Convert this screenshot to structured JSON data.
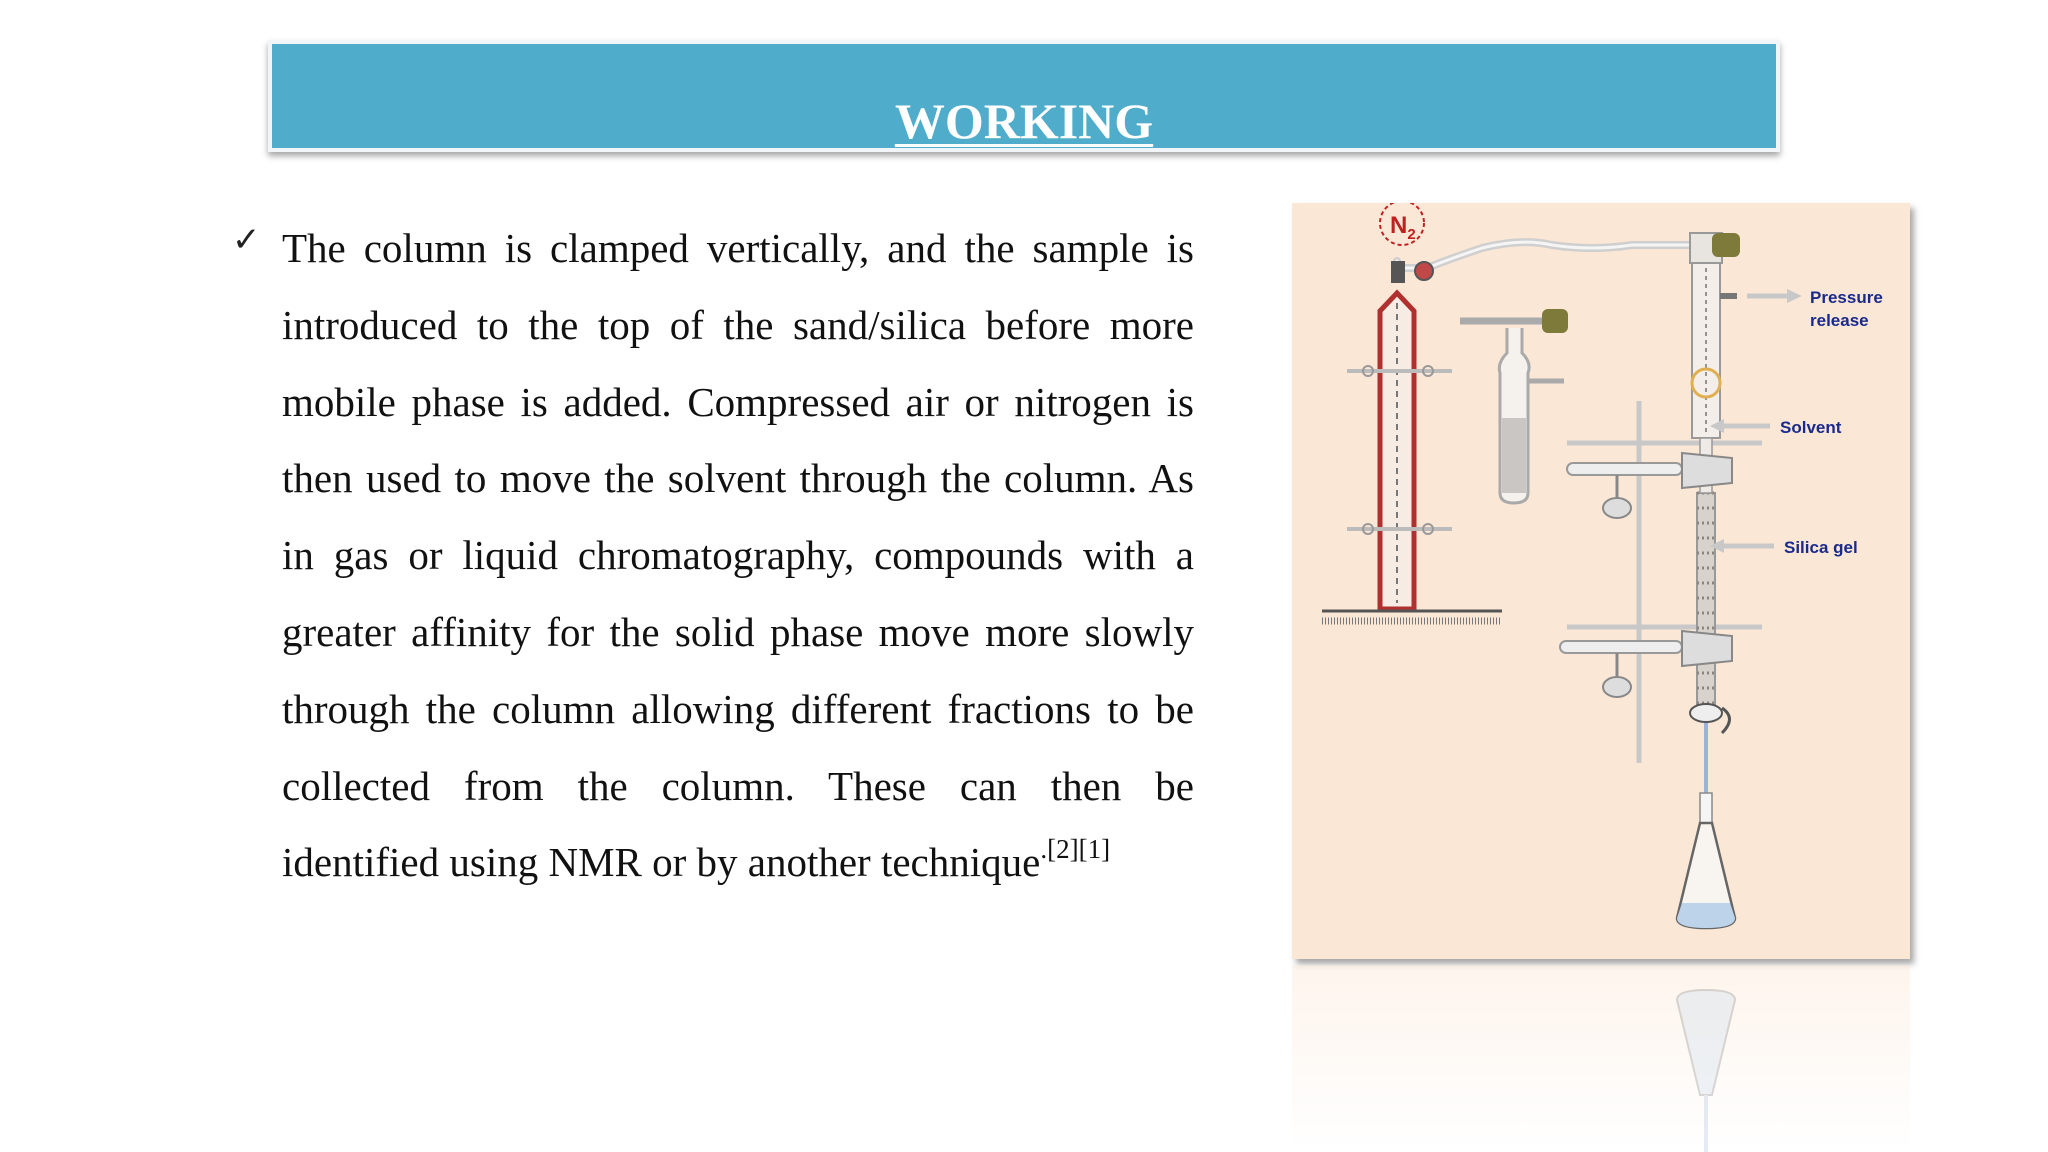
{
  "slide": {
    "title": "WORKING",
    "bullet_icon": "check-mark-icon",
    "paragraph": "The column is clamped vertically, and the sample is introduced to the top of the sand/silica before more mobile phase is added. Compressed air or nitrogen is then used to move the solvent through the column. As in gas or liquid chromatography, compounds with a greater affinity for the solid phase move more slowly through the column allowing different fractions to be collected from the column. These can then be identified using NMR or by another technique",
    "citation": ".[2][1]"
  },
  "figure": {
    "gas_label": "N",
    "gas_subscript": "2",
    "label_pressure_line1": "Pressure",
    "label_pressure_line2": "release",
    "label_solvent": "Solvent",
    "label_silica": "Silica gel"
  },
  "colors": {
    "title_bar": "#4fadcb",
    "figure_background": "#fbe7d6",
    "label_text": "#1a2a8c",
    "cylinder": "#b03030"
  }
}
